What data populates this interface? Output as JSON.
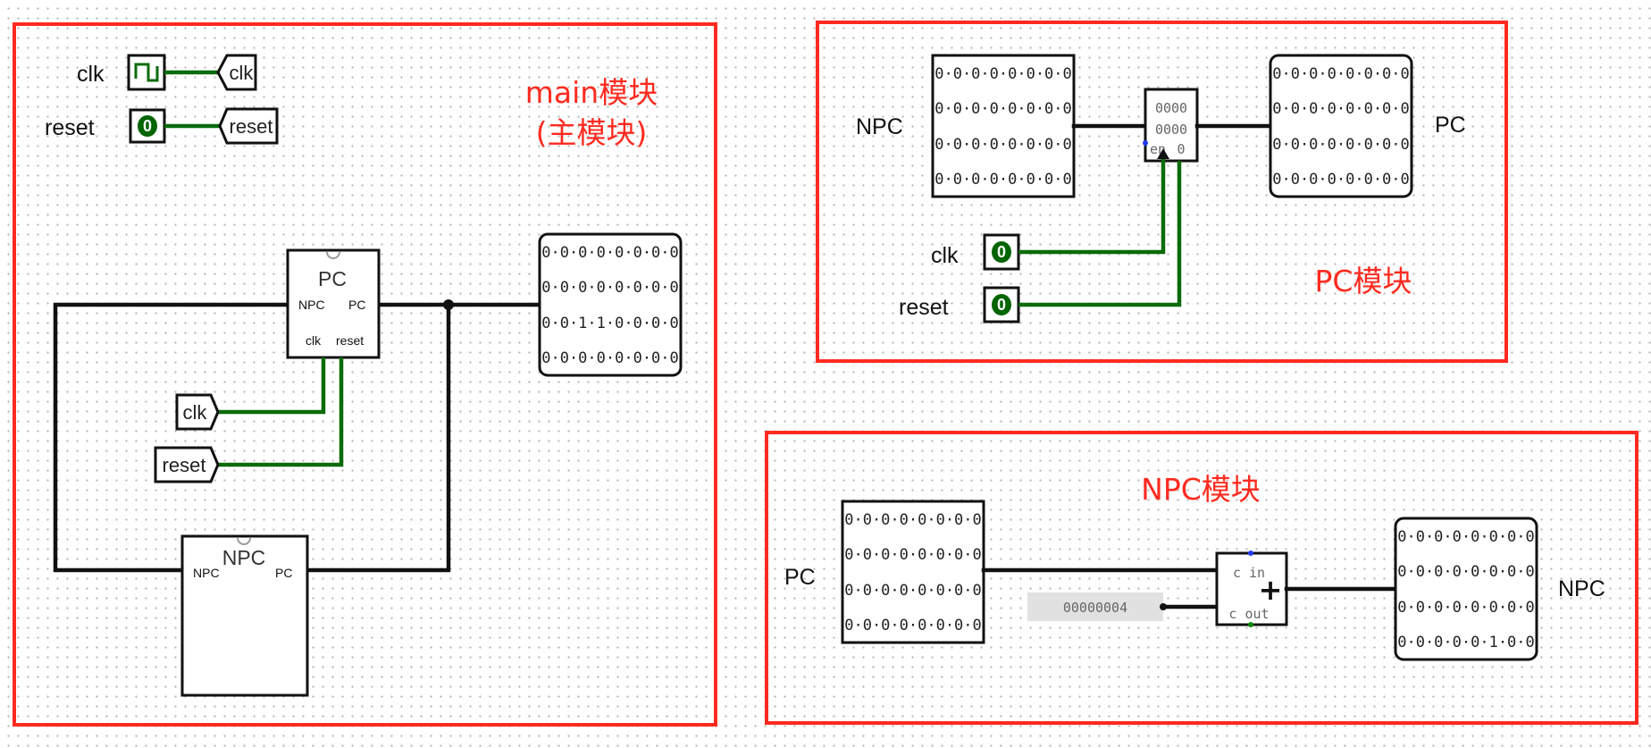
{
  "main": {
    "title_line1": "main模块",
    "title_line2": "(主模块)",
    "clk_label": "clk",
    "reset_label": "reset",
    "clk_tunnel": "clk",
    "reset_tunnel": "reset",
    "reset_input_value": "0",
    "pc_sub": {
      "title": "PC",
      "pin_npc": "NPC",
      "pin_pc": "PC",
      "pin_clk": "clk",
      "pin_reset": "reset"
    },
    "npc_sub": {
      "title": "NPC",
      "pin_npc": "NPC",
      "pin_pc": "PC"
    },
    "probe_rows": [
      "0·0·0·0·0·0·0·0",
      "0·0·0·0·0·0·0·0",
      "0·0·1·1·0·0·0·0",
      "0·0·0·0·0·0·0·0"
    ],
    "tunnel_clk2": "clk",
    "tunnel_reset2": "reset"
  },
  "pc_module": {
    "title": "PC模块",
    "npc_label": "NPC",
    "pc_label": "PC",
    "clk_label": "clk",
    "reset_label": "reset",
    "clk_value": "0",
    "reset_value": "0",
    "npc_rows": [
      "0·0·0·0·0·0·0·0",
      "0·0·0·0·0·0·0·0",
      "0·0·0·0·0·0·0·0",
      "0·0·0·0·0·0·0·0"
    ],
    "pc_rows": [
      "0·0·0·0·0·0·0·0",
      "0·0·0·0·0·0·0·0",
      "0·0·0·0·0·0·0·0",
      "0·0·0·0·0·0·0·0"
    ],
    "register": {
      "line1": "0000",
      "line2": "0000",
      "en_label": "en",
      "en_value": "0"
    }
  },
  "npc_module": {
    "title": "NPC模块",
    "pc_label": "PC",
    "npc_label": "NPC",
    "constant": "00000004",
    "pc_rows": [
      "0·0·0·0·0·0·0·0",
      "0·0·0·0·0·0·0·0",
      "0·0·0·0·0·0·0·0",
      "0·0·0·0·0·0·0·0"
    ],
    "npc_rows": [
      "0·0·0·0·0·0·0·0",
      "0·0·0·0·0·0·0·0",
      "0·0·0·0·0·0·0·0",
      "0·0·0·0·0·1·0·0"
    ],
    "adder": {
      "c_in": "c in",
      "c_out": "c out",
      "op": "+"
    }
  },
  "colors": {
    "frame": "#ff2a1f",
    "wire": "#111111",
    "signal": "#0a6b0a",
    "input_led": "#006400"
  }
}
